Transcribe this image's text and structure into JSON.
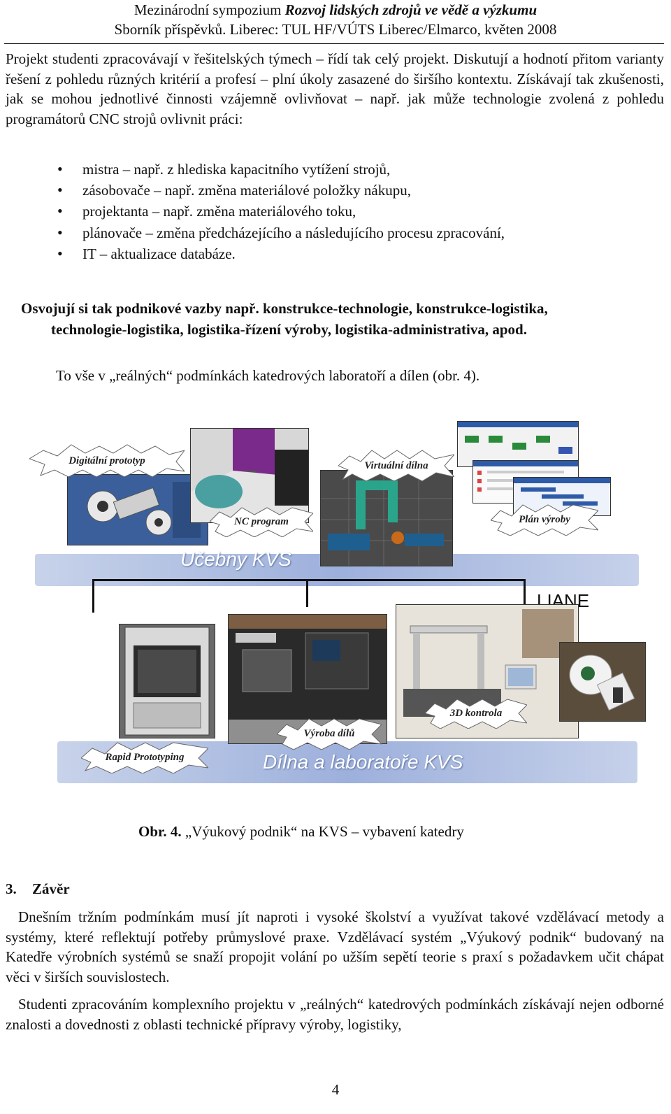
{
  "header": {
    "line1_prefix": "Mezinárodní sympozium ",
    "line1_italic": "Rozvoj lidských zdrojů ve vědě a výzkumu",
    "line2": "Sborník příspěvků. Liberec: TUL HF/VÚTS Liberec/Elmarco, květen 2008"
  },
  "intro_paragraph": "Projekt studenti zpracovávají v řešitelských týmech – řídí tak celý projekt. Diskutují a hodnotí přitom varianty řešení z pohledu různých kritérií a profesí – plní úkoly zasazené do širšího kontextu. Získávají tak zkušenosti, jak se mohou jednotlivé činnosti vzájemně ovlivňovat – např. jak může technologie zvolená z pohledu programátorů CNC strojů ovlivnit práci:",
  "bullets": [
    "mistra – např. z hlediska kapacitního vytížení strojů,",
    "zásobovače – např. změna materiálové položky nákupu,",
    "projektanta – např. změna materiálového toku,",
    "plánovače – změna předcházejícího a následujícího procesu zpracování,",
    "IT – aktualizace databáze."
  ],
  "bold_paragraph": {
    "line1": "Osvojují si tak podnikové vazby např. konstrukce-technologie, konstrukce-logistika,",
    "line2": "technologie-logistika, logistika-řízení výroby, logistika-administrativa, apod."
  },
  "center_line": "To vše v „reálných“ podmínkách katedrových laboratoří a dílen (obr. 4).",
  "figure": {
    "callouts": {
      "digital": "Digitální prototyp",
      "virtual": "Virtuální dílna",
      "nc": "NC program",
      "plan": "Plán výroby",
      "control3d": "3D kontrola",
      "production": "Výroba dílů",
      "rapid": "Rapid Prototyping"
    },
    "band_top": "Učebny KVS",
    "band_bottom": "Dílna a laboratoře KVS",
    "network": "LIANE"
  },
  "caption": {
    "label": "Obr. 4.",
    "text": " „Výukový podnik“ na KVS – vybavení katedry"
  },
  "section": {
    "number": "3.",
    "title": "Závěr"
  },
  "conclusion_p1": "Dnešním tržním podmínkám musí jít naproti i vysoké školství a využívat takové vzdělávací metody a systémy, které reflektují potřeby průmyslové praxe. Vzdělávací systém „Výukový podnik“ budovaný na Katedře výrobních systémů se snaží propojit volání po užším sepětí teorie s praxí s požadavkem učit chápat věci v širších souvislostech.",
  "conclusion_p2": "Studenti zpracováním komplexního projektu v „reálných“ katedrových podmínkách získávají nejen odborné znalosti a dovednosti z oblasti technické přípravy výroby, logistiky,",
  "page_number": "4"
}
